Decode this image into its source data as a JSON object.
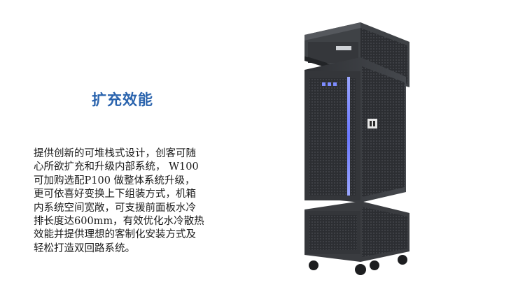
{
  "heading": "扩充效能",
  "body_lines": [
    "提供创新的可堆栈式设计，创客可随",
    "心所欲扩充和升级内部系统， W100",
    "可加购选配P100 做整体系统升级，",
    "更可依喜好变换上下组装方式，机箱",
    "内系统空间宽敞，可支援前面板水冷",
    "排长度达600mm，有效优化水冷散热",
    "效能并提供理想的客制化安装方式及",
    "轻松打造双回路系统。"
  ],
  "colors": {
    "heading": "#2a63ad",
    "case_body": "#3a3c40",
    "accent_light": "#7d8cff"
  }
}
